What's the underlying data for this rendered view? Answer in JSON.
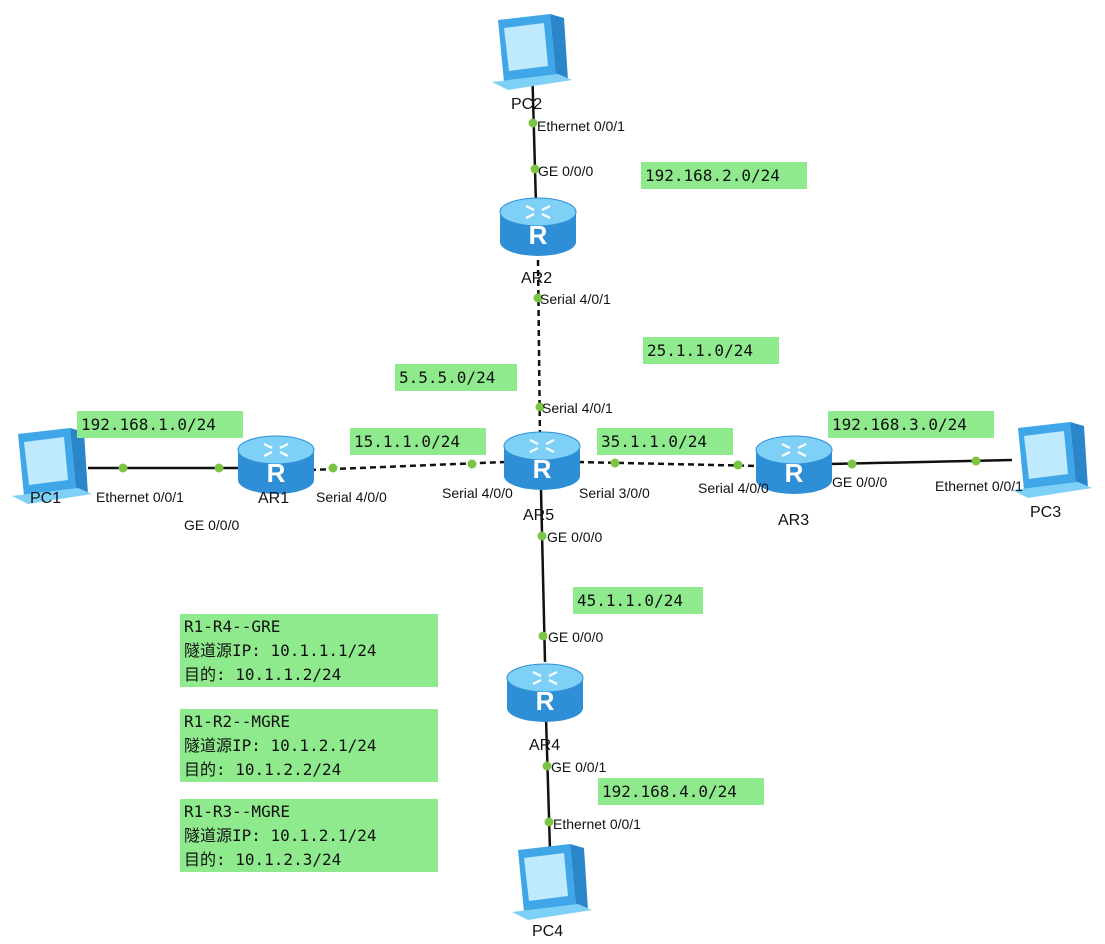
{
  "colors": {
    "label_bg": "#8EEA8C",
    "link_dot": "#7CC444",
    "router_body": "#3FA7E8",
    "pc_body": "#4FB6EE"
  },
  "devices": {
    "pc1": "PC1",
    "pc2": "PC2",
    "pc3": "PC3",
    "pc4": "PC4",
    "ar1": "AR1",
    "ar2": "AR2",
    "ar3": "AR3",
    "ar4": "AR4",
    "ar5": "AR5",
    "router_letter": "R"
  },
  "networks": {
    "net_pc1": "192.168.1.0/24",
    "net_pc2": "192.168.2.0/24",
    "net_pc3": "192.168.3.0/24",
    "net_pc4": "192.168.4.0/24",
    "net_ar1_ar5": "15.1.1.0/24",
    "net_ar2_ar5": "25.1.1.0/24",
    "net_ar3_ar5": "35.1.1.0/24",
    "net_ar4_ar5": "45.1.1.0/24",
    "net_loop": "5.5.5.0/24"
  },
  "ports": {
    "pc2_eth": "Ethernet 0/0/1",
    "ar2_ge": "GE 0/0/0",
    "ar2_serial": "Serial 4/0/1",
    "ar5_serial_top": "Serial 4/0/1",
    "pc1_eth": "Ethernet 0/0/1",
    "ar1_ge": "GE 0/0/0",
    "ar1_serial": "Serial 4/0/0",
    "ar5_serial_left": "Serial 4/0/0",
    "ar5_serial_right": "Serial 3/0/0",
    "ar3_serial": "Serial 4/0/0",
    "ar3_ge": "GE 0/0/0",
    "pc3_eth": "Ethernet 0/0/1",
    "ar5_ge": "GE 0/0/0",
    "ar4_ge_top": "GE 0/0/0",
    "ar4_ge_bottom": "GE 0/0/1",
    "pc4_eth": "Ethernet 0/0/1"
  },
  "notes": {
    "gre1": {
      "title": "R1-R4--GRE",
      "src": "隧道源IP: 10.1.1.1/24",
      "dst": "目的: 10.1.1.2/24"
    },
    "mgre2": {
      "title": "R1-R2--MGRE",
      "src": "隧道源IP: 10.1.2.1/24",
      "dst": "目的: 10.1.2.2/24"
    },
    "mgre3": {
      "title": "R1-R3--MGRE",
      "src": "隧道源IP: 10.1.2.1/24",
      "dst": "目的: 10.1.2.3/24"
    }
  }
}
